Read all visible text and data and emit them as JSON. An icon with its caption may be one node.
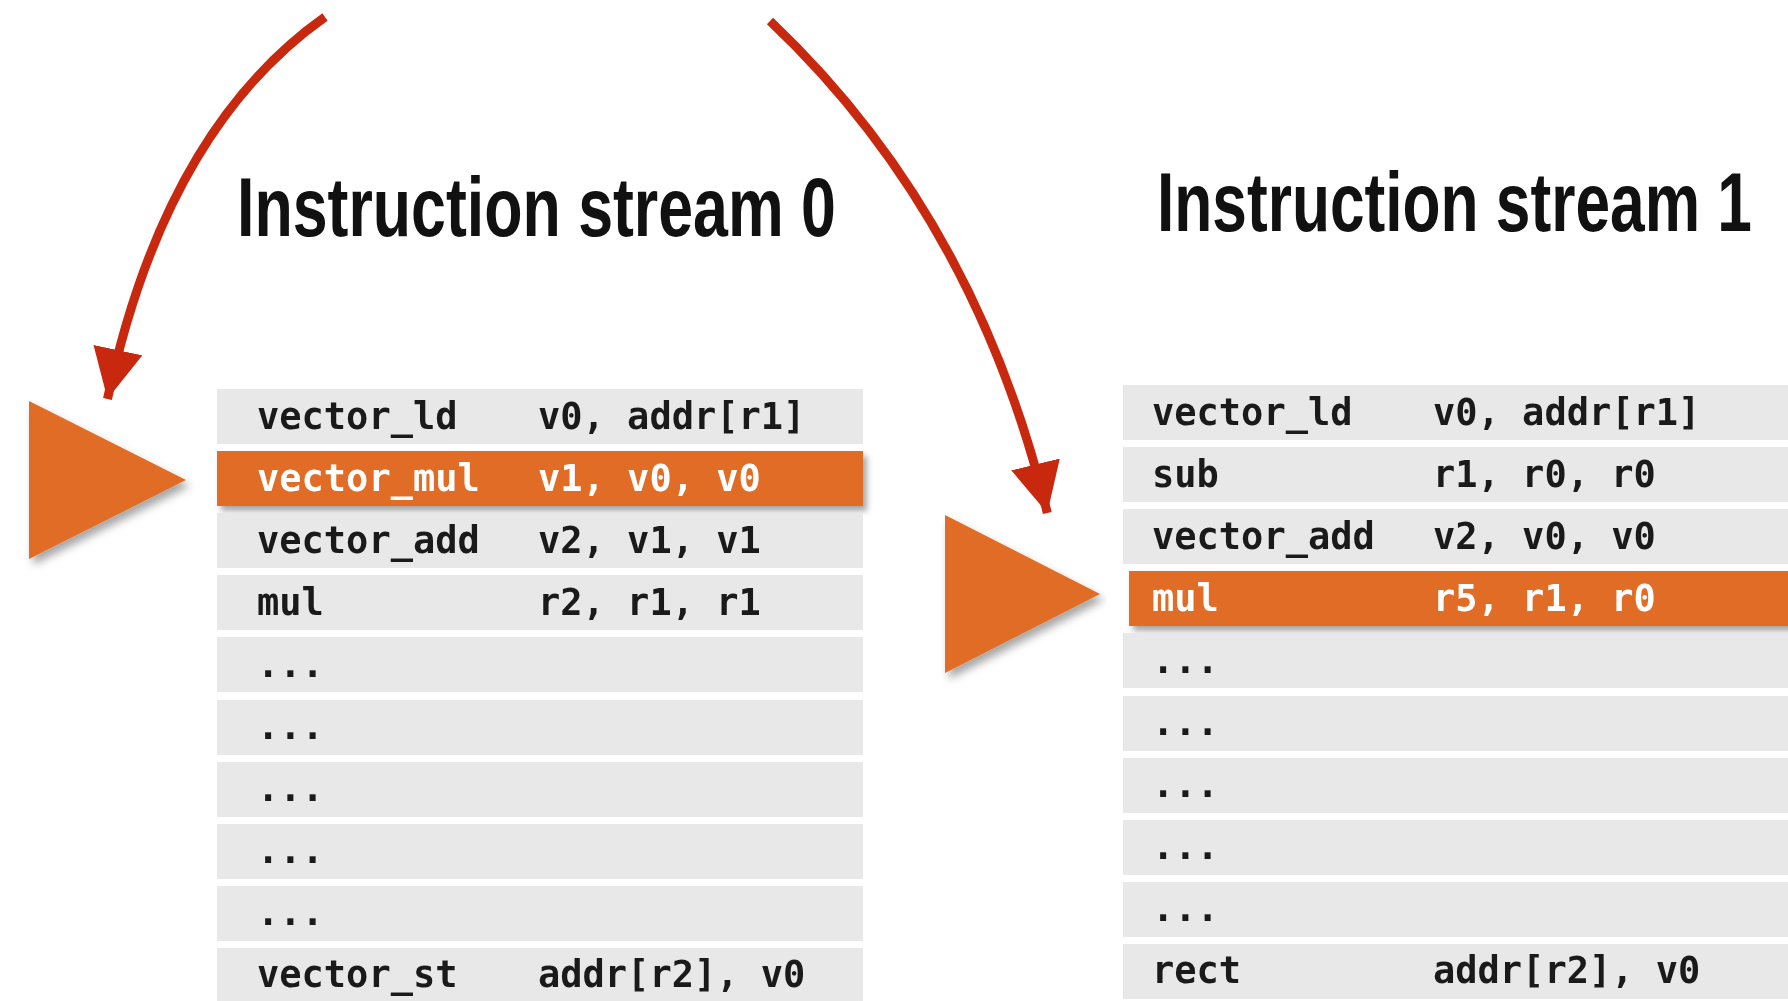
{
  "diagram": {
    "nodes": [
      {
        "text": [
          "Instruction stream 0"
        ]
      },
      {
        "text": [
          "vector_ld",
          "v0, addr[r1]"
        ],
        "in": 0
      },
      {
        "text": [
          "vector_mul",
          "v1, v0, v0"
        ],
        "in": 0
      },
      {
        "text": [
          "vector_add",
          "v2, v1, v1"
        ],
        "in": 0
      },
      {
        "text": [
          "mul",
          "r2, r1, r1"
        ],
        "in": 0
      },
      {
        "text": [
          "..."
        ],
        "in": 0
      },
      {
        "text": [
          "..."
        ],
        "in": 0
      },
      {
        "text": [
          "..."
        ],
        "in": 0
      },
      {
        "text": [
          "..."
        ],
        "in": 0
      },
      {
        "text": [
          "..."
        ],
        "in": 0
      },
      {
        "text": [
          "vector_st",
          "addr[r2], v0"
        ],
        "in": 0
      },
      {
        "text": [
          "Instruction stream 1"
        ]
      },
      {
        "text": [
          "vector_ld",
          "v0, addr[r1]"
        ],
        "in": 11
      },
      {
        "text": [
          "sub",
          "r1, r0, r0"
        ],
        "in": 11
      },
      {
        "text": [
          "vector_add",
          "v2, v0, v0"
        ],
        "in": 11
      },
      {
        "text": [
          "mul",
          "r5, r1, r0"
        ],
        "in": 11
      },
      {
        "text": [
          "..."
        ],
        "in": 11
      },
      {
        "text": [
          "..."
        ],
        "in": 11
      },
      {
        "text": [
          "..."
        ],
        "in": 11
      },
      {
        "text": [
          "..."
        ],
        "in": 11
      },
      {
        "text": [
          "..."
        ],
        "in": 11
      },
      {
        "text": [
          "rect",
          "addr[r2], v0"
        ],
        "in": 11
      },
      {
        "text": [],
        "shape": "triangle"
      },
      {
        "text": [],
        "shape": "triangle"
      }
    ],
    "edges": [
      {
        "from": null,
        "to": 22,
        "arrow": "to"
      },
      {
        "from": null,
        "to": 23,
        "arrow": "to"
      }
    ]
  }
}
